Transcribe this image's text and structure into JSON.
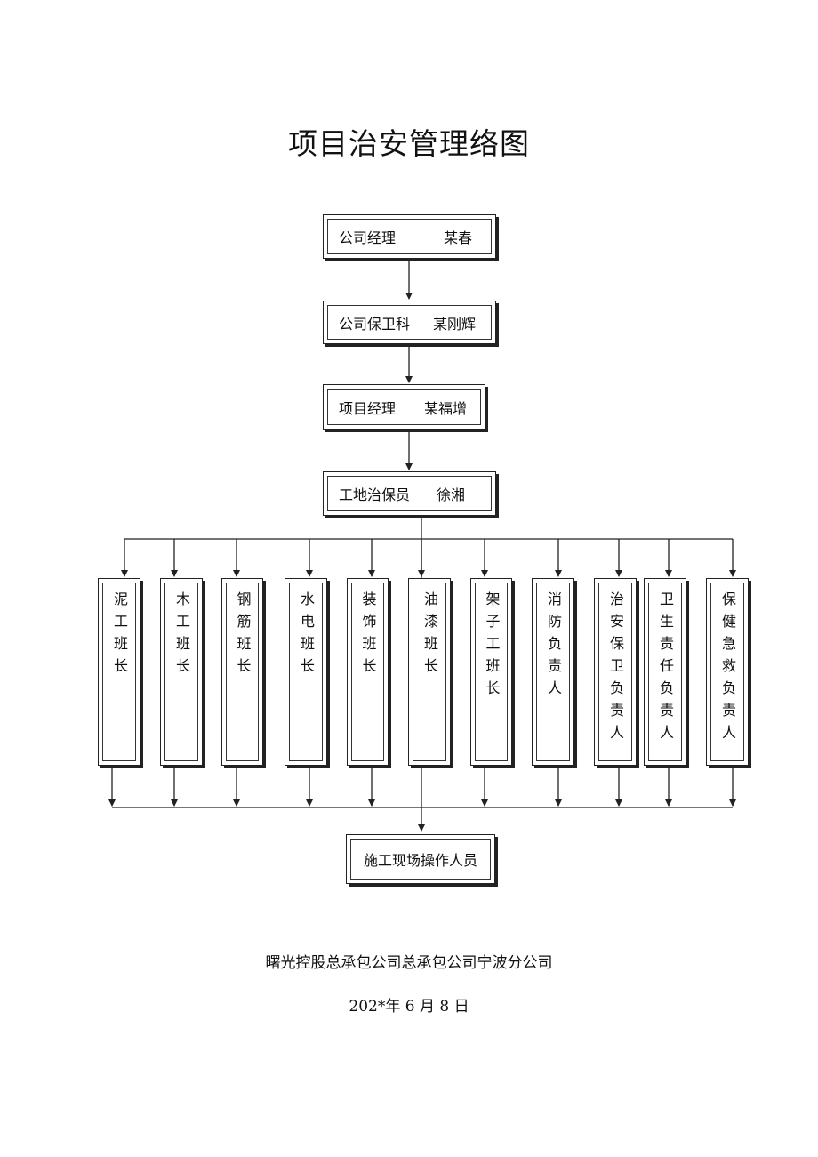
{
  "title": "项目治安管理络图",
  "chain": [
    {
      "role": "公司经理",
      "person": "某春"
    },
    {
      "role": "公司保卫科",
      "person": "某刚辉"
    },
    {
      "role": "项目经理",
      "person": "某福增"
    },
    {
      "role": "工地治保员",
      "person": "徐湘"
    }
  ],
  "teams": [
    "泥工班长",
    "木工班长",
    "钢筋班长",
    "水电班长",
    "装饰班长",
    "油漆班长",
    "架子工班长",
    "消防负责人",
    "治安保卫负责人",
    "卫生责任负责人",
    "保健急救负责人"
  ],
  "bottom": "施工现场操作人员",
  "footer": {
    "company": "曙光控股总承包公司总承包公司宁波分公司",
    "date": "202*年 6 月 8 日"
  }
}
